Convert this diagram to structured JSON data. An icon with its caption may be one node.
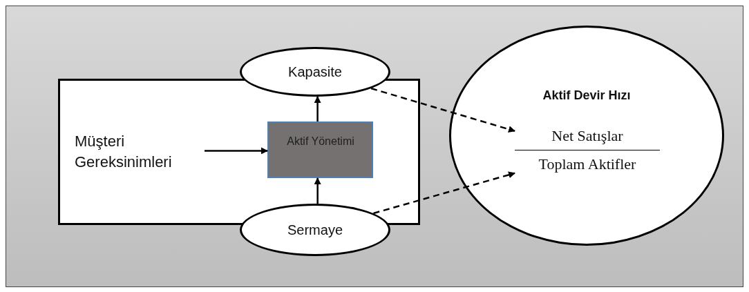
{
  "diagram": {
    "nodes": [
      {
        "text": [],
        "shape": "box"
      },
      {
        "text": [
          "Müşteri Gereksinimleri"
        ],
        "in": 0
      },
      {
        "text": [
          "Aktif Yönetimi"
        ],
        "in": 0
      },
      {
        "text": [
          "Kapasite"
        ]
      },
      {
        "text": [
          "Sermaye"
        ]
      },
      {
        "text": [
          "Aktif Devir Hızı"
        ]
      },
      {
        "text": [
          "Net Satışlar",
          "Toplam Aktifler"
        ],
        "in": 5
      }
    ],
    "edges": [
      {
        "from": 1,
        "to": 2,
        "arrow": "to"
      },
      {
        "from": 2,
        "to": 3,
        "arrow": "to"
      },
      {
        "from": 4,
        "to": 2,
        "arrow": "to"
      },
      {
        "from": 3,
        "to": 6,
        "arrow": "to",
        "style": "dashed"
      },
      {
        "from": 4,
        "to": 6,
        "arrow": "to",
        "style": "dashed"
      }
    ]
  }
}
